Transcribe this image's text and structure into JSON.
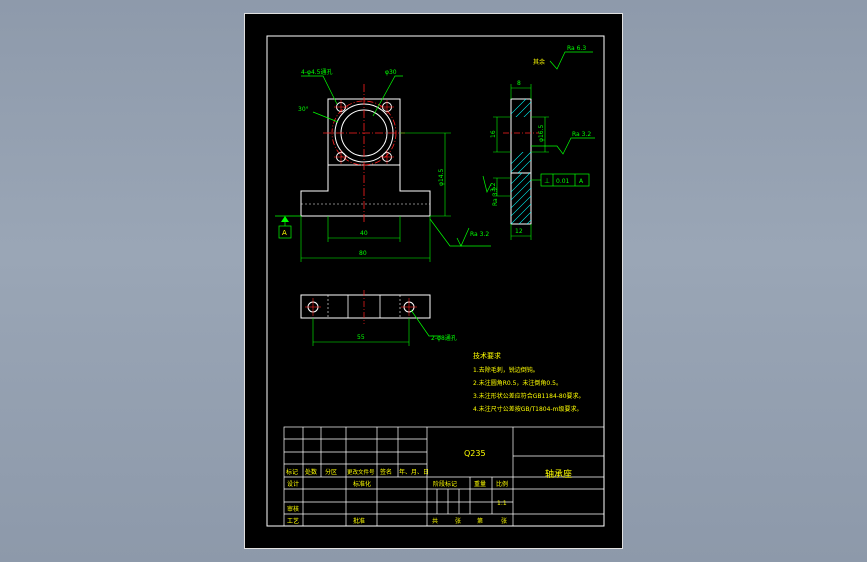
{
  "drawing": {
    "part_name": "轴承座",
    "material": "Q235",
    "scale": "1:1",
    "colors": {
      "background": "#000000",
      "frame": "#ffffff",
      "outline": "#ffffff",
      "dimension": "#00ff00",
      "centerline": "#ff2020",
      "annotation": "#ffff00",
      "hatch": "#00ffff",
      "datum": "#00ff00"
    }
  },
  "top_view": {
    "hole_callout": "4-φ4.5通孔",
    "cbore_callout": "φ30",
    "angle_callout": "30°",
    "dim_height": "φ14.5",
    "dim_width_inner": "40",
    "dim_width_overall": "80",
    "surface_roughness": "Ra 3.2",
    "datum": "A"
  },
  "side_view": {
    "dim_top": "8",
    "dim_left": "16",
    "dim_right": "φ16.5",
    "dim_bottom": "12",
    "dim_mid": "3.2",
    "roughness_top": "Ra 6.3",
    "roughness_right": "Ra 3.2",
    "roughness_label": "其余",
    "roughness_lower": "Ra 3.2",
    "tolerance_symbol": "⊥",
    "tolerance_value": "0.01",
    "tolerance_datum": "A"
  },
  "bottom_view": {
    "dim_width": "55",
    "hole_callout": "2-φ8通孔"
  },
  "notes": {
    "title": "技术要求",
    "items": [
      "1.去除毛刺，锐边倒钝。",
      "2.未注圆角R0.5，未注倒角0.5。",
      "3.未注形状公差应符合GB1184-80要求。",
      "4.未注尺寸公差按GB/T1804-m级要求。"
    ]
  },
  "title_block": {
    "col_labels": [
      "标记",
      "处数",
      "分区",
      "更改文件号",
      "签名",
      "年、月、日"
    ],
    "row_design": "设计",
    "row_standard": "标准化",
    "row_review": "审核",
    "row_process": "工艺",
    "row_approve": "批准",
    "stage_label": "阶段标记",
    "weight_label": "重量",
    "scale_label": "比例",
    "sheet_total": "共",
    "sheet_word": "张",
    "sheet_no": "第",
    "sheet_word2": "张"
  }
}
